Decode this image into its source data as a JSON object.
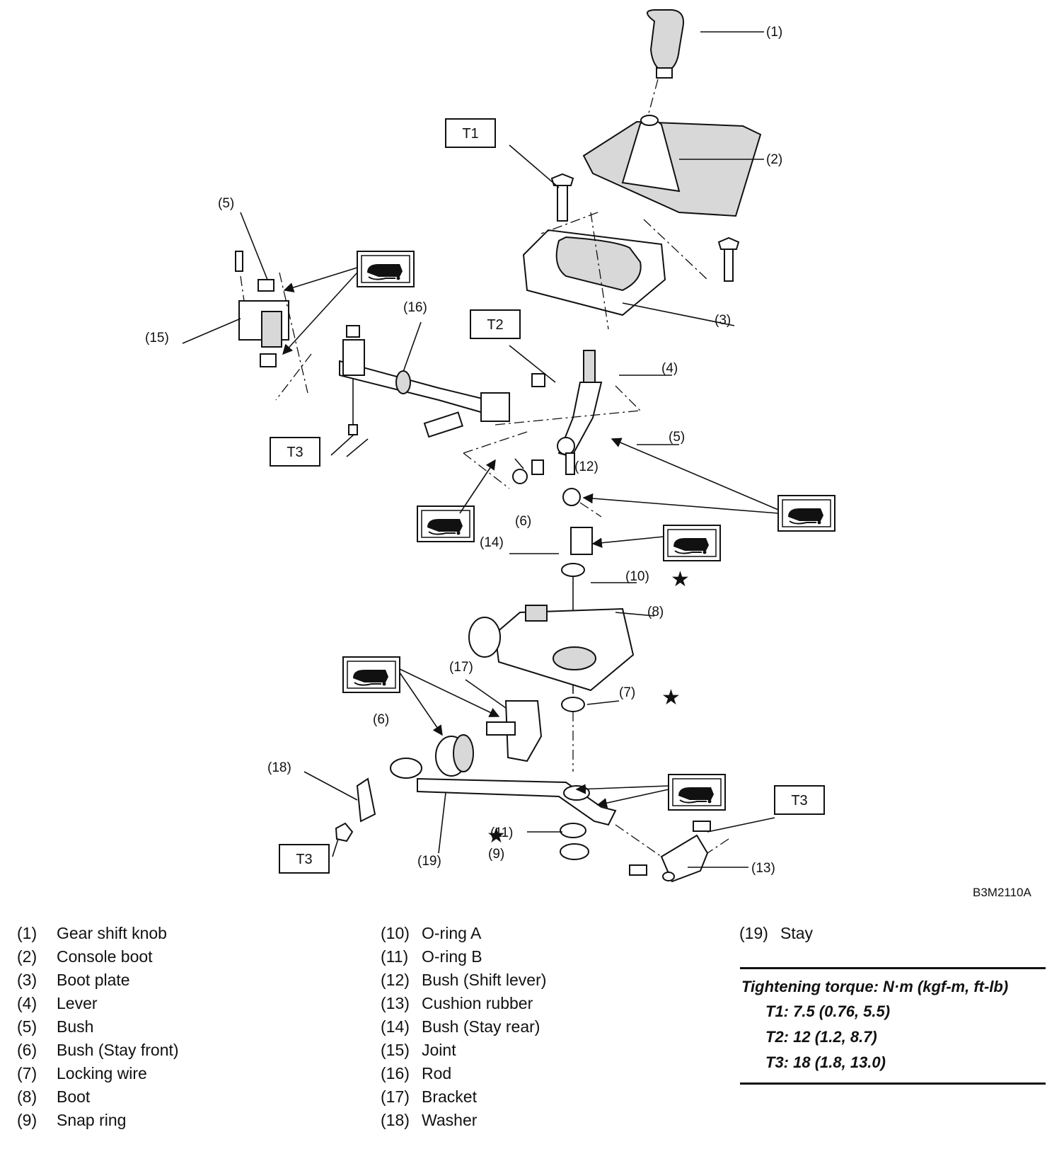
{
  "diagram": {
    "figure_code": "B3M2110A",
    "callouts": [
      "(1)",
      "(2)",
      "(3)",
      "(4)",
      "(5)",
      "(5)",
      "(6)",
      "(6)",
      "(7)",
      "(8)",
      "(10)",
      "(11)",
      "(9)",
      "(12)",
      "(13)",
      "(14)",
      "(15)",
      "(16)",
      "(17)",
      "(18)",
      "(19)"
    ],
    "torque_boxes": [
      "T1",
      "T2",
      "T3",
      "T3",
      "T3"
    ]
  },
  "legend": {
    "col1": [
      {
        "num": "(1)",
        "label": "Gear shift knob"
      },
      {
        "num": "(2)",
        "label": "Console boot"
      },
      {
        "num": "(3)",
        "label": "Boot plate"
      },
      {
        "num": "(4)",
        "label": "Lever"
      },
      {
        "num": "(5)",
        "label": "Bush"
      },
      {
        "num": "(6)",
        "label": "Bush (Stay front)"
      },
      {
        "num": "(7)",
        "label": "Locking wire"
      },
      {
        "num": "(8)",
        "label": "Boot"
      },
      {
        "num": "(9)",
        "label": "Snap ring"
      }
    ],
    "col2": [
      {
        "num": "(10)",
        "label": "O-ring A"
      },
      {
        "num": "(11)",
        "label": "O-ring B"
      },
      {
        "num": "(12)",
        "label": "Bush (Shift lever)"
      },
      {
        "num": "(13)",
        "label": "Cushion rubber"
      },
      {
        "num": "(14)",
        "label": "Bush (Stay rear)"
      },
      {
        "num": "(15)",
        "label": "Joint"
      },
      {
        "num": "(16)",
        "label": "Rod"
      },
      {
        "num": "(17)",
        "label": "Bracket"
      },
      {
        "num": "(18)",
        "label": "Washer"
      }
    ],
    "col3": [
      {
        "num": "(19)",
        "label": "Stay"
      }
    ]
  },
  "torque": {
    "title": "Tightening torque: N·m (kgf-m, ft-lb)",
    "items": [
      "T1: 7.5 (0.76, 5.5)",
      "T2: 12 (1.2, 8.7)",
      "T3: 18 (1.8, 13.0)"
    ]
  }
}
